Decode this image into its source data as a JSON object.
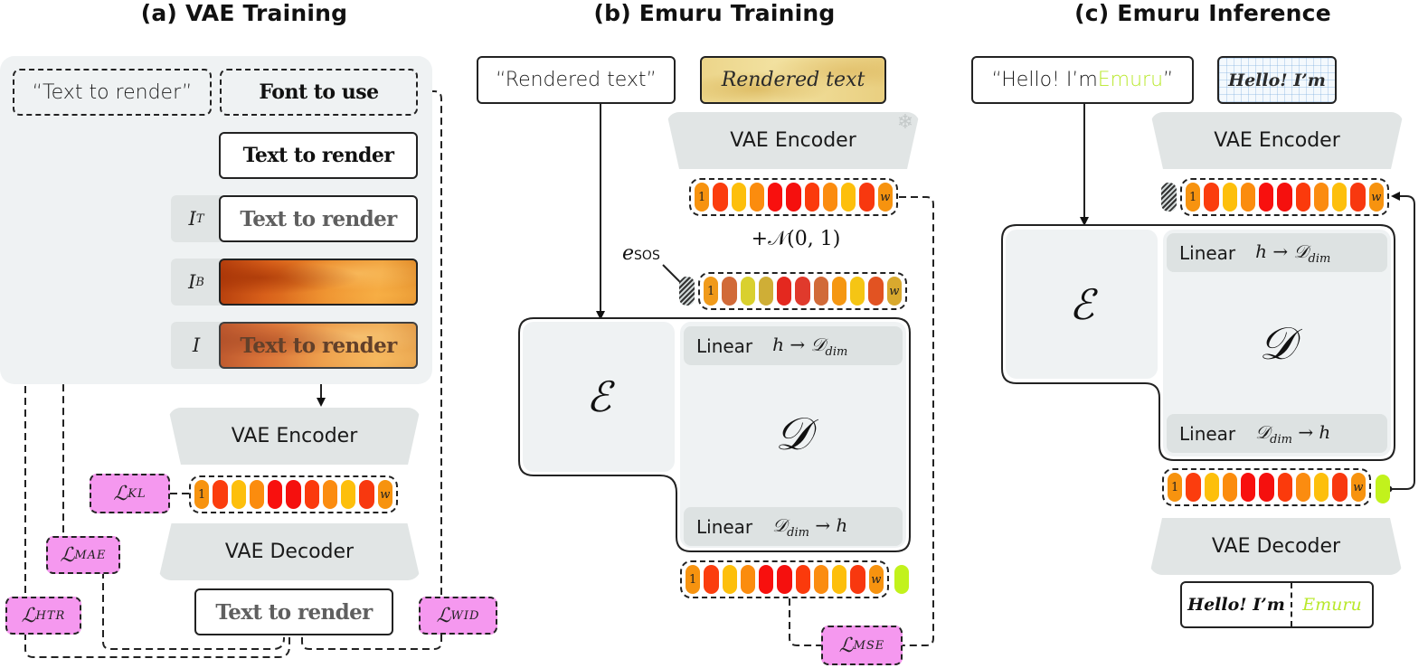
{
  "panels": {
    "a": {
      "title": "(a) VAE Training",
      "text_input": "“Text to render”",
      "font_input": "Font to use",
      "rendered_text": "Text to render",
      "it_render": "Text to render",
      "i_render": "Text to render",
      "labels": {
        "it": "I",
        "it_sub": "T",
        "ib": "I",
        "ib_sub": "B",
        "i": "I"
      },
      "vae_encoder": "VAE Encoder",
      "vae_decoder": "VAE Decoder",
      "output_text": "Text to render",
      "losses": {
        "kl": {
          "symbol": "ℒ",
          "sub": "KL"
        },
        "mae": {
          "symbol": "ℒ",
          "sub": "MAE"
        },
        "htr": {
          "symbol": "ℒ",
          "sub": "HTR"
        },
        "wid": {
          "symbol": "ℒ",
          "sub": "WID"
        }
      }
    },
    "b": {
      "title": "(b) Emuru Training",
      "text_input": "“Rendered text”",
      "style_image_text": "Rendered text",
      "vae_encoder": "VAE Encoder",
      "noise_label": "+𝒩(0, 1)",
      "sos_label": "e",
      "sos_sub": "SOS",
      "encoder_symbol": "ℰ",
      "decoder_symbol": "𝒟",
      "linear_in": {
        "label": "Linear",
        "math": "h → 𝒟",
        "sub": "dim"
      },
      "linear_out": {
        "label": "Linear",
        "math_pre": "𝒟",
        "sub": "dim",
        "math_post": "→ h"
      },
      "loss": {
        "symbol": "ℒ",
        "sub": "MSE"
      }
    },
    "c": {
      "title": "(c) Emuru Inference",
      "text_input_pre": "“Hello! I’m ",
      "text_input_highlight": "Emuru",
      "text_input_post": "”",
      "style_image_text": "Hello! I’m",
      "vae_encoder": "VAE Encoder",
      "vae_decoder": "VAE Decoder",
      "encoder_symbol": "ℰ",
      "decoder_symbol": "𝒟",
      "linear_in": {
        "label": "Linear",
        "math": "h → 𝒟",
        "sub": "dim"
      },
      "linear_out": {
        "label": "Linear",
        "math_pre": "𝒟",
        "sub": "dim",
        "math_post": "→ h"
      },
      "output_left": "Hello! I’m",
      "output_right": "Emuru"
    }
  },
  "tokens": {
    "first_label": "1",
    "last_label": "w",
    "latent_colors": [
      "#f7930f",
      "#fb3d0e",
      "#fdbf0b",
      "#fb8c0e",
      "#f8100e",
      "#f5100e",
      "#fb3a0c",
      "#fb8c10",
      "#fdbf0c",
      "#f8380f",
      "#f7930f"
    ],
    "noisy_colors": [
      "#f09a1a",
      "#d16a38",
      "#d9d02e",
      "#cfae36",
      "#e4281f",
      "#e03a2c",
      "#d16a38",
      "#f59712",
      "#f5c514",
      "#e25322",
      "#d9a92e"
    ],
    "eos_color": "#c2f21c"
  },
  "colors": {
    "loss_fill": "#f598ef",
    "module_gray": "#e1e5e5",
    "panel_bg": "#eff2f3",
    "highlight_green": "#b8e82a"
  }
}
